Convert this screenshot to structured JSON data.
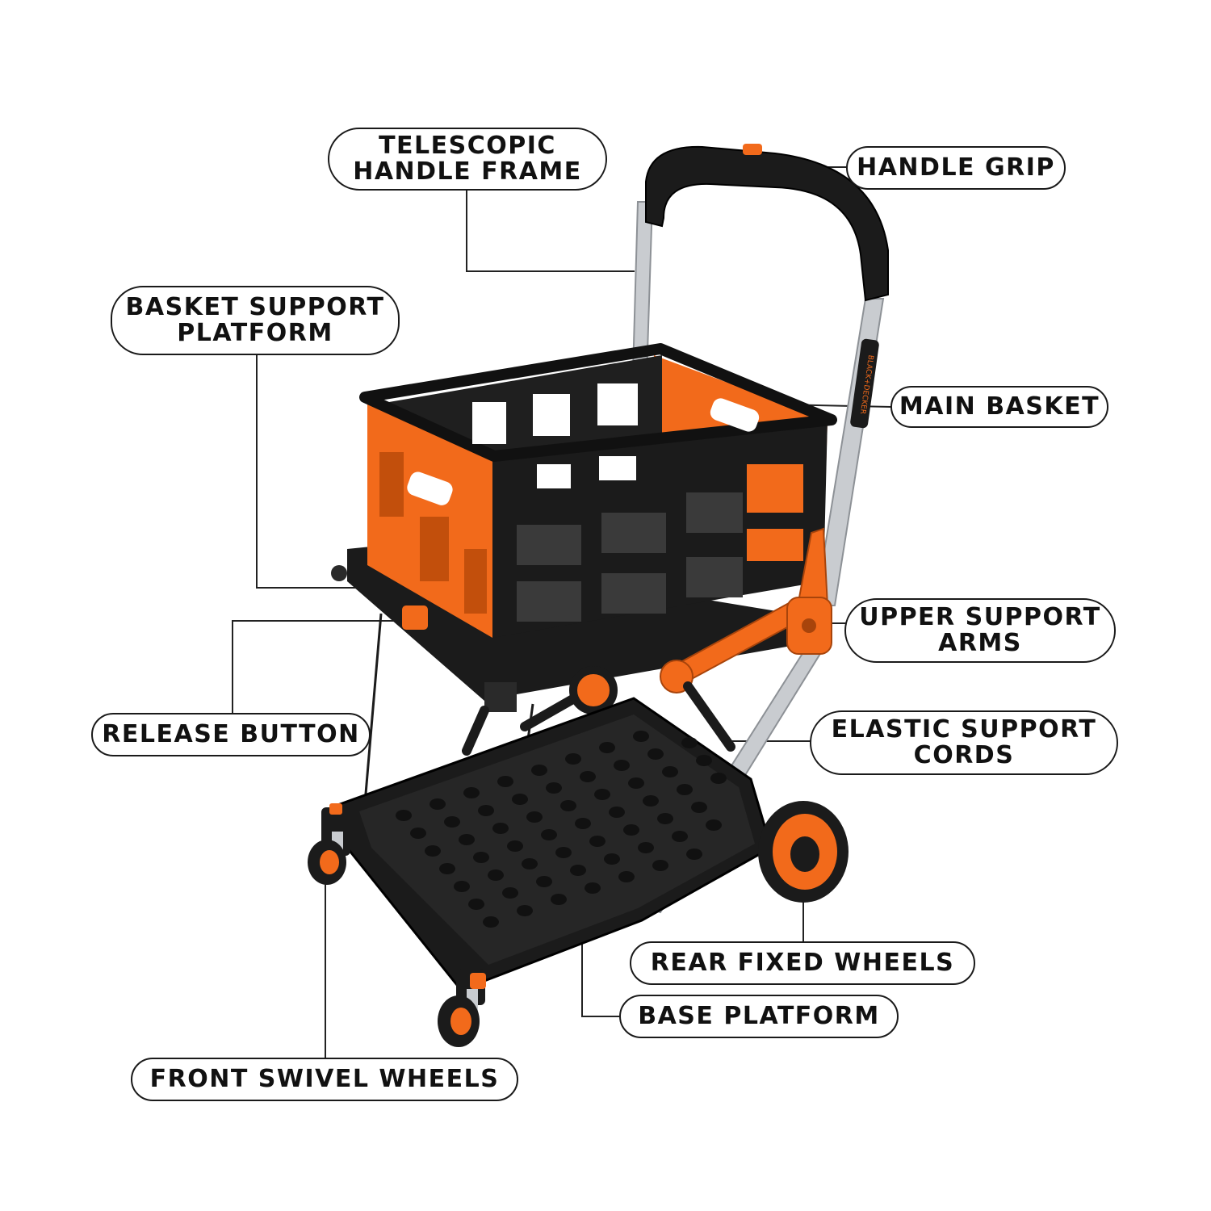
{
  "product": {
    "brand_mark": "BLACK+DECKER"
  },
  "labels": {
    "telescopic_handle_frame": [
      "TELESCOPIC",
      "HANDLE FRAME"
    ],
    "handle_grip": "HANDLE GRIP",
    "basket_support_platform": [
      "BASKET SUPPORT",
      "PLATFORM"
    ],
    "main_basket": "MAIN BASKET",
    "upper_support_arms": [
      "UPPER SUPPORT",
      "ARMS"
    ],
    "release_button": "RELEASE BUTTON",
    "elastic_support_cords": [
      "ELASTIC SUPPORT",
      "CORDS"
    ],
    "rear_fixed_wheels": "REAR FIXED WHEELS",
    "base_platform": "BASE PLATFORM",
    "front_swivel_wheels": "FRONT SWIVEL WHEELS"
  },
  "colors": {
    "accent_orange": "#f26a1b",
    "plastic_black": "#1b1b1b",
    "frame_silver": "#c9ccd0",
    "label_border": "#1a1a1a"
  }
}
